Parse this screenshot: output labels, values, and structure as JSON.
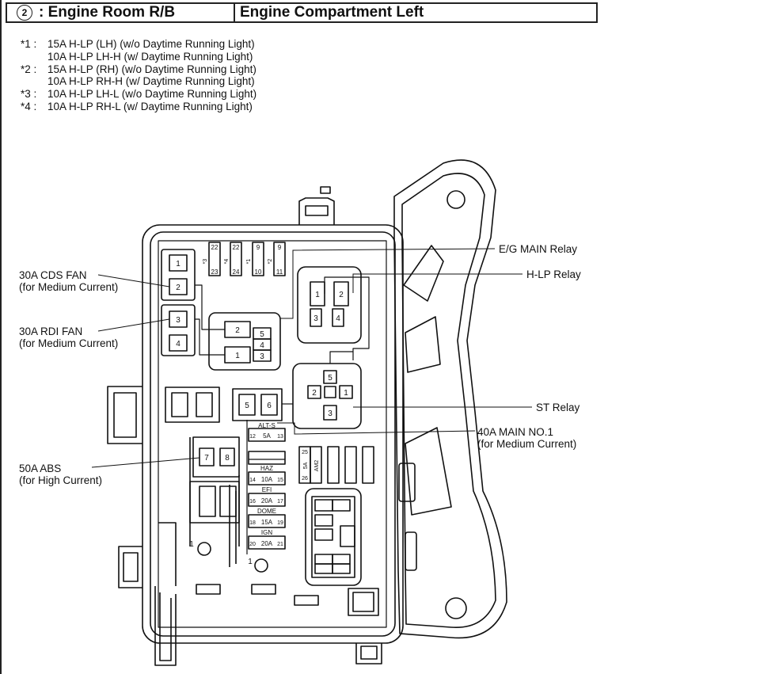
{
  "header": {
    "circle_number": "2",
    "title": ": Engine Room R/B",
    "subtitle": "Engine Compartment Left"
  },
  "notes": [
    {
      "marker": "*1 :",
      "lines": [
        "15A H-LP (LH) (w/o Daytime Running Light)",
        "10A H-LP LH-H (w/ Daytime Running Light)"
      ]
    },
    {
      "marker": "*2 :",
      "lines": [
        "15A H-LP (RH) (w/o Daytime Running Light)",
        "10A H-LP RH-H (w/ Daytime Running Light)"
      ]
    },
    {
      "marker": "*3 :",
      "lines": [
        "10A H-LP LH-L (w/o Daytime Running Light)"
      ]
    },
    {
      "marker": "*4 :",
      "lines": [
        "10A H-LP RH-L (w/ Daytime Running Light)"
      ]
    }
  ],
  "callouts": {
    "cds_fan": {
      "line1": "30A CDS FAN",
      "line2": "(for Medium Current)"
    },
    "rdi_fan": {
      "line1": "30A RDI FAN",
      "line2": "(for Medium Current)"
    },
    "abs": {
      "line1": "50A ABS",
      "line2": "(for High Current)"
    },
    "eg_main_relay": "E/G MAIN Relay",
    "hlp_relay": "H-LP Relay",
    "st_relay": "ST Relay",
    "main_no1": {
      "line1": "40A MAIN NO.1",
      "line2": "(for Medium Current)"
    }
  },
  "top_fuses": [
    {
      "top": "22",
      "bottom": "23",
      "mark": "*3"
    },
    {
      "top": "22",
      "bottom": "24",
      "mark": "*4"
    },
    {
      "top": "9",
      "bottom": "10",
      "mark": "*1"
    },
    {
      "top": "9",
      "bottom": "11",
      "mark": "*2"
    }
  ],
  "fusible_slots": [
    "1",
    "2",
    "3",
    "4"
  ],
  "eg_relay_pins": [
    "2",
    "5",
    "4",
    "1",
    "3"
  ],
  "hlp_relay_pins": [
    "1",
    "2",
    "3",
    "4"
  ],
  "st_relay_pins": [
    "5",
    "2",
    "1",
    "3"
  ],
  "main_slots": [
    "5",
    "6"
  ],
  "abs_slots": [
    "7",
    "8"
  ],
  "mini_fuses": [
    {
      "name": "ALT-S",
      "left": "12",
      "amp": "5A",
      "right": "13"
    },
    {
      "name": "HAZ",
      "left": "14",
      "amp": "10A",
      "right": "15"
    },
    {
      "name": "EFI",
      "left": "16",
      "amp": "20A",
      "right": "17"
    },
    {
      "name": "DOME",
      "left": "18",
      "amp": "15A",
      "right": "19"
    },
    {
      "name": "IGN",
      "left": "20",
      "amp": "20A",
      "right": "21"
    }
  ],
  "am2_fuse": {
    "top": "25",
    "amp": "5A",
    "name": "AM2",
    "bottom": "26"
  },
  "ground_labels": [
    "1",
    "1"
  ]
}
